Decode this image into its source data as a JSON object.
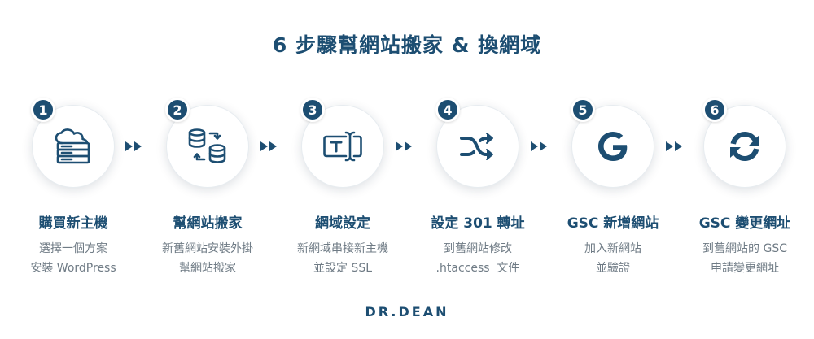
{
  "title": "6 步驟幫網站搬家 & 換網域",
  "colors": {
    "primary": "#1d4e72",
    "text_muted": "#6f7b85",
    "arrow": "#1d4e72"
  },
  "steps": [
    {
      "number": "1",
      "icon": "server-cloud-icon",
      "title": "購買新主機",
      "desc": [
        "選擇一個方案",
        "安裝 WordPress"
      ]
    },
    {
      "number": "2",
      "icon": "database-transfer-icon",
      "title": "幫網站搬家",
      "desc": [
        "新舊網站安裝外掛",
        "幫網站搬家"
      ]
    },
    {
      "number": "3",
      "icon": "text-cursor-icon",
      "title": "網域設定",
      "desc": [
        "新網域串接新主機",
        "並設定 SSL"
      ]
    },
    {
      "number": "4",
      "icon": "shuffle-icon",
      "title": "設定 301 轉址",
      "desc": [
        "到舊網站修改",
        ".htaccess  文件"
      ]
    },
    {
      "number": "5",
      "icon": "google-g-icon",
      "title": "GSC 新增網站",
      "desc": [
        "加入新網站",
        "並驗證"
      ]
    },
    {
      "number": "6",
      "icon": "refresh-icon",
      "title": "GSC 變更網址",
      "desc": [
        "到舊網站的 GSC",
        "申請變更網址"
      ]
    }
  ],
  "logo": "DR.DEAN"
}
